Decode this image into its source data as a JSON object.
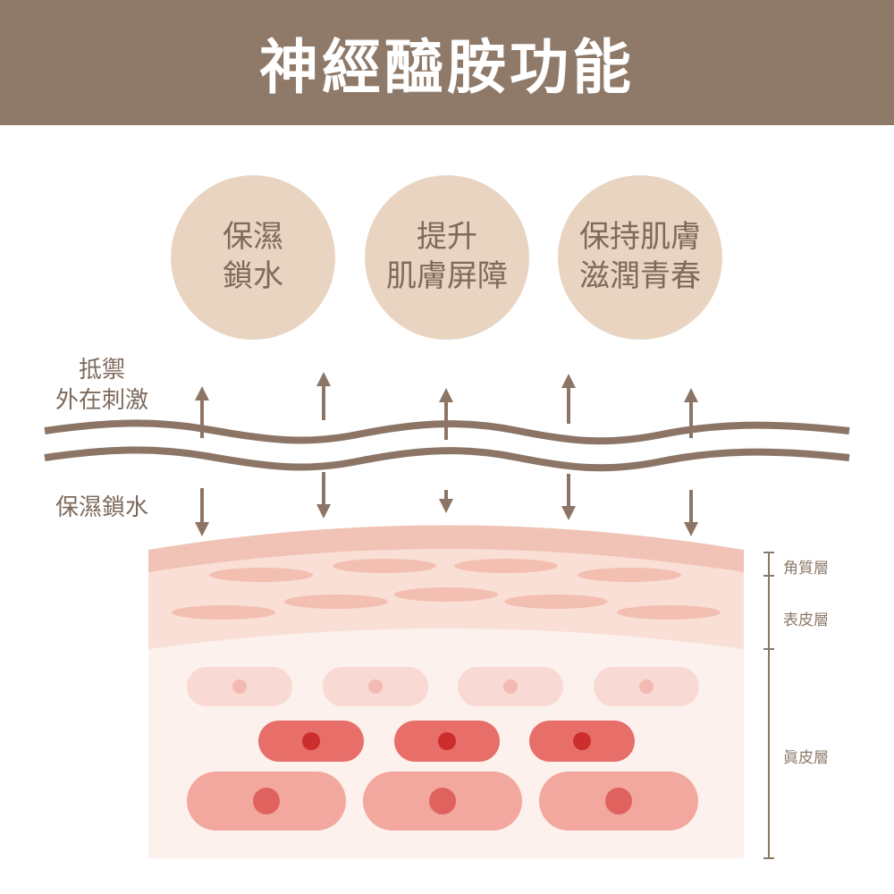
{
  "header": {
    "title": "神經醯胺功能"
  },
  "benefits": [
    {
      "line1": "保濕",
      "line2": "鎖水"
    },
    {
      "line1": "提升",
      "line2": "肌膚屏障"
    },
    {
      "line1": "保持肌膚",
      "line2": "滋潤青春"
    }
  ],
  "side_labels": {
    "defend_line1": "抵禦",
    "defend_line2": "外在刺激",
    "moisture": "保濕鎖水"
  },
  "skin_layers": {
    "stratum_corneum": "角質層",
    "epidermis": "表皮層",
    "dermis": "眞皮層"
  },
  "colors": {
    "header_bg": "#8f7a6a",
    "circle_bg": "#e9d4c1",
    "text_brown": "#7d6a5d",
    "barrier_wave": "#8c7565",
    "corneum": "#f1c3b6",
    "epidermis": "#f9dfd5",
    "dermis": "#fcf1ec",
    "cell_light": "#f9d9d4",
    "cell_medium": "#e86e6a",
    "cell_large": "#f2a79f"
  }
}
